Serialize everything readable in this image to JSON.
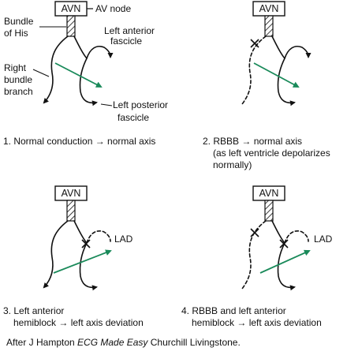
{
  "labels": {
    "avn": "AVN",
    "av_node": "AV node",
    "bundle_of_his_1": "Bundle",
    "bundle_of_his_2": "of His",
    "left_anterior_1": "Left anterior",
    "left_anterior_2": "fascicle",
    "right_bundle_1": "Right",
    "right_bundle_2": "bundle",
    "right_bundle_3": "branch",
    "left_posterior_1": "Left posterior",
    "left_posterior_2": "fascicle",
    "lad": "LAD"
  },
  "captions": {
    "p1": [
      "1. Normal conduction → normal axis"
    ],
    "p2": [
      "2. RBBB → normal axis",
      "(as left ventricle depolarizes",
      "normally)"
    ],
    "p3": [
      "3. Left anterior",
      "hemiblock → left axis deviation"
    ],
    "p4": [
      "4. RBBB and left anterior",
      "hemiblock → left axis deviation"
    ]
  },
  "credit": {
    "prefix": "After J Hampton ",
    "title": "ECG Made Easy",
    "suffix": " Churchill Livingstone."
  },
  "colors": {
    "axis_arrow": "#1a8a5a",
    "line": "#111111"
  }
}
